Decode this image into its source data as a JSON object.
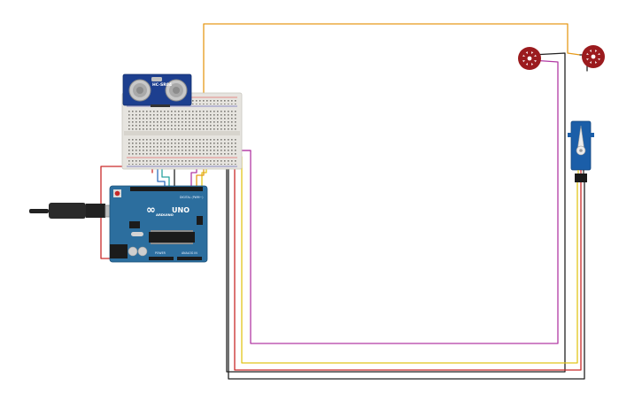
{
  "sensor": {
    "label": "HC-SR04"
  },
  "arduino": {
    "logo": "∞",
    "brand": "ARDUINO",
    "model": "UNO",
    "digital_label": "DIGITAL (PWM~)",
    "power_label": "POWER",
    "analog_label": "ANALOG IN"
  },
  "colors": {
    "arduino_board": "#2c6e9e",
    "breadboard": "#e6e4df",
    "sensor_board": "#1d3f8f",
    "motor": "#9b1b1e",
    "servo": "#1b5ea8",
    "wire_orange": "#e69a1a",
    "wire_magenta": "#b23aa4",
    "wire_yellow": "#e1c51a",
    "wire_red": "#c92a2a",
    "wire_black": "#222222",
    "wire_blue": "#2f6fbd",
    "wire_teal": "#2aa3a0"
  }
}
